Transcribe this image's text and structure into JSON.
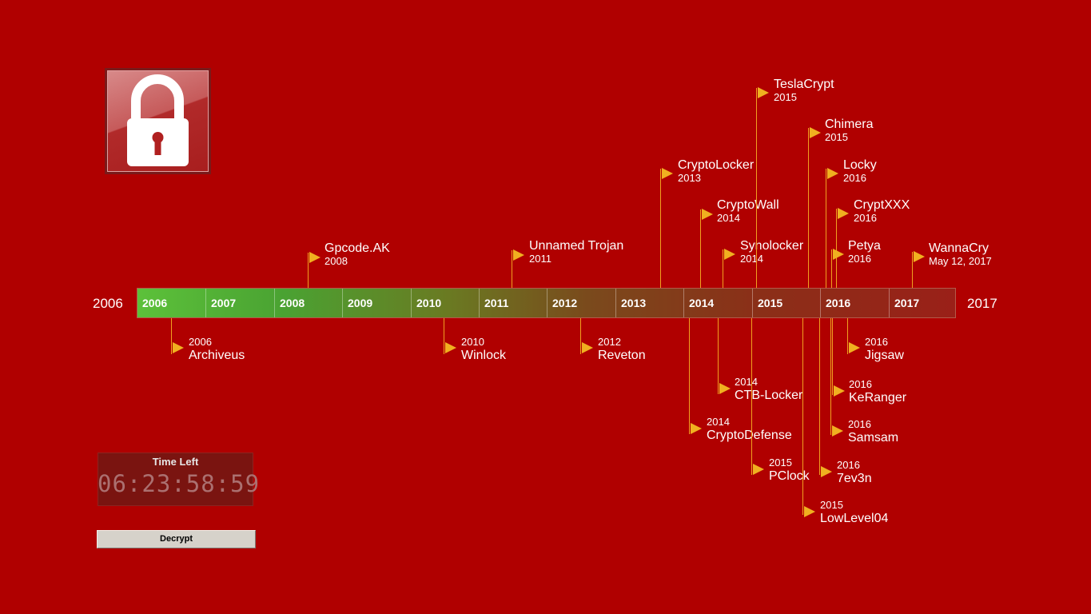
{
  "timeline": {
    "start_label": "2006",
    "end_label": "2017",
    "bar_years": [
      "2006",
      "2007",
      "2008",
      "2009",
      "2010",
      "2011",
      "2012",
      "2013",
      "2014",
      "2015",
      "2016",
      "2017"
    ]
  },
  "events_above": [
    {
      "name": "Gpcode.AK",
      "year": "2008"
    },
    {
      "name": "Unnamed Trojan",
      "year": "2011"
    },
    {
      "name": "CryptoLocker",
      "year": "2013"
    },
    {
      "name": "CryptoWall",
      "year": "2014"
    },
    {
      "name": "Synolocker",
      "year": "2014"
    },
    {
      "name": "TeslaCrypt",
      "year": "2015"
    },
    {
      "name": "Chimera",
      "year": "2015"
    },
    {
      "name": "Locky",
      "year": "2016"
    },
    {
      "name": "CryptXXX",
      "year": "2016"
    },
    {
      "name": "Petya",
      "year": "2016"
    },
    {
      "name": "WannaCry",
      "year": "May 12, 2017"
    }
  ],
  "events_below": [
    {
      "name": "Archiveus",
      "year": "2006"
    },
    {
      "name": "Winlock",
      "year": "2010"
    },
    {
      "name": "Reveton",
      "year": "2012"
    },
    {
      "name": "CTB-Locker",
      "year": "2014"
    },
    {
      "name": "CryptoDefense",
      "year": "2014"
    },
    {
      "name": "PClock",
      "year": "2015"
    },
    {
      "name": "LowLevel04",
      "year": "2015"
    },
    {
      "name": "7ev3n",
      "year": "2016"
    },
    {
      "name": "Samsam",
      "year": "2016"
    },
    {
      "name": "KeRanger",
      "year": "2016"
    },
    {
      "name": "Jigsaw",
      "year": "2016"
    }
  ],
  "timer": {
    "label": "Time Left",
    "value": "06:23:58:59"
  },
  "decrypt_button": {
    "label": "Decrypt"
  },
  "colors": {
    "background": "#b00000",
    "flag": "#f0b020",
    "stem": "#f0a020",
    "bar_start": "#5cc13a",
    "bar_end": "#9a2018"
  },
  "icons": {
    "app_icon": "padlock-icon"
  }
}
